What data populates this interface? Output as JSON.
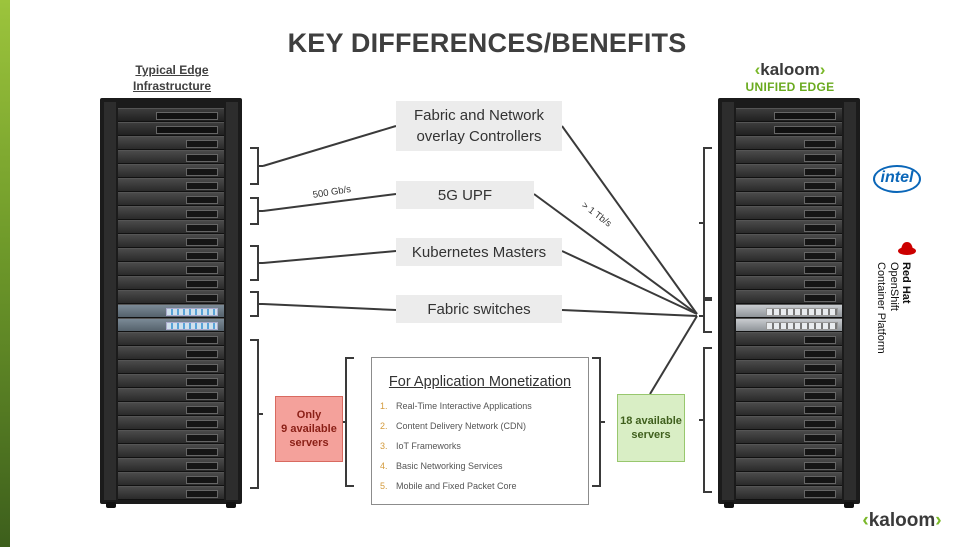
{
  "title": "KEY DIFFERENCES/BENEFITS",
  "left_label": {
    "line1": "Typical Edge",
    "line2": "Infrastructure"
  },
  "right_label": {
    "logo": "kaloom",
    "subtitle": "UNIFIED EDGE"
  },
  "functions": [
    {
      "line1": "Fabric and Network",
      "line2": "overlay Controllers"
    },
    {
      "line1": "5G UPF",
      "line2": ""
    },
    {
      "line1": "Kubernetes Masters",
      "line2": ""
    },
    {
      "line1": "Fabric switches",
      "line2": ""
    }
  ],
  "speeds": {
    "left": "500 Gb/s",
    "right": "> 1 Tb/s"
  },
  "monetization": {
    "title": "For Application Monetization",
    "items": [
      {
        "num": "1.",
        "text": "Real-Time Interactive Applications"
      },
      {
        "num": "2.",
        "text": "Content Delivery Network (CDN)"
      },
      {
        "num": "3.",
        "text": "IoT Frameworks"
      },
      {
        "num": "4.",
        "text": "Basic Networking Services"
      },
      {
        "num": "5.",
        "text": "Mobile and Fixed Packet Core"
      }
    ]
  },
  "left_available": {
    "line1": "Only",
    "line2": "9 available",
    "line3": "servers"
  },
  "right_available": {
    "line1": "18 available",
    "line2": "servers"
  },
  "partners": {
    "intel": "intel",
    "redhat_line1": "Red Hat",
    "redhat_line2": "OpenShift",
    "redhat_line3": "Container Platform"
  },
  "footer_logo": "kaloom",
  "colors": {
    "accent_green": "#6aaa1f",
    "red_box": "#f4a19b",
    "green_box": "#d9eec5",
    "intel_blue": "#0a66b8",
    "redhat_red": "#cc0000"
  }
}
